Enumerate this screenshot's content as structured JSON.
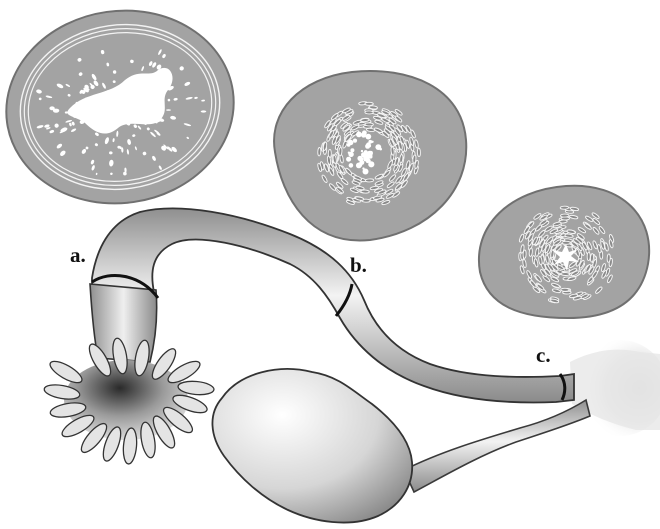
{
  "labels": {
    "a": "a.",
    "b": "b.",
    "c": "c."
  },
  "sections": [
    {
      "name": "cross-section-a",
      "marker": "a."
    },
    {
      "name": "cross-section-b",
      "marker": "b."
    },
    {
      "name": "cross-section-c",
      "marker": "c."
    }
  ],
  "colors": {
    "section_fill": "#a3a3a3",
    "section_edge": "#6e6e6e",
    "tube_light": "#f2f2f2",
    "tube_dark": "#8e8e8e",
    "outline": "#3a3a3a",
    "lumen": "#ffffff",
    "marker_line": "#111111"
  }
}
